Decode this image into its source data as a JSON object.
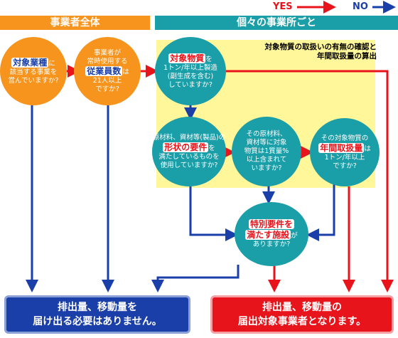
{
  "legend": {
    "yes": "YES",
    "no": "NO"
  },
  "headers": {
    "overall": "事業者全体",
    "individual": "個々の事業所ごと"
  },
  "yellow_note": [
    "対象物質の取扱いの有無の確認と",
    "年間取扱量の算出"
  ],
  "nodes": {
    "q1": {
      "pre": "",
      "highlight": "対象業種",
      "post": "に",
      "lines": [
        "該当する事業を",
        "営んでいますか?"
      ]
    },
    "q2": {
      "pre_lines": [
        "事業者が",
        "常時使用する"
      ],
      "highlight": "従業員数",
      "post": "は",
      "lines": [
        "21人以上",
        "ですか?"
      ]
    },
    "q3": {
      "highlight": "対象物質",
      "post": "を",
      "lines": [
        "1トン/年以上製造",
        "(副生成を含む)",
        "していますか?"
      ]
    },
    "q4": {
      "pre_lines": [
        "原材料、資材等(製品)の"
      ],
      "highlight": "形状の要件",
      "post": "を",
      "lines": [
        "満たしているものを",
        "使用していますか?"
      ]
    },
    "q5": {
      "lines": [
        "その原材料、",
        "資材等に対象",
        "物質は1質量%",
        "以上含まれて",
        "いますか?"
      ]
    },
    "q6": {
      "pre_lines": [
        "その対象物質の"
      ],
      "highlight": "年間取扱量",
      "post": "は",
      "lines": [
        "1トン/年以上",
        "ですか?"
      ]
    },
    "q7": {
      "highlight1": "特別要件を",
      "highlight2": "満たす施設",
      "post": "が",
      "lines": [
        "ありますか?"
      ]
    }
  },
  "results": {
    "no_line1": "排出量、移動量を",
    "no_line2": "届け出る必要はありません。",
    "yes_line1": "排出量、移動量の",
    "yes_line2": "届出対象事業者となります。"
  },
  "colors": {
    "yes": "#e8141c",
    "no": "#1a3fa8",
    "orange": "#f7941d",
    "teal": "#1a9ea8",
    "yellow": "#fff799"
  }
}
